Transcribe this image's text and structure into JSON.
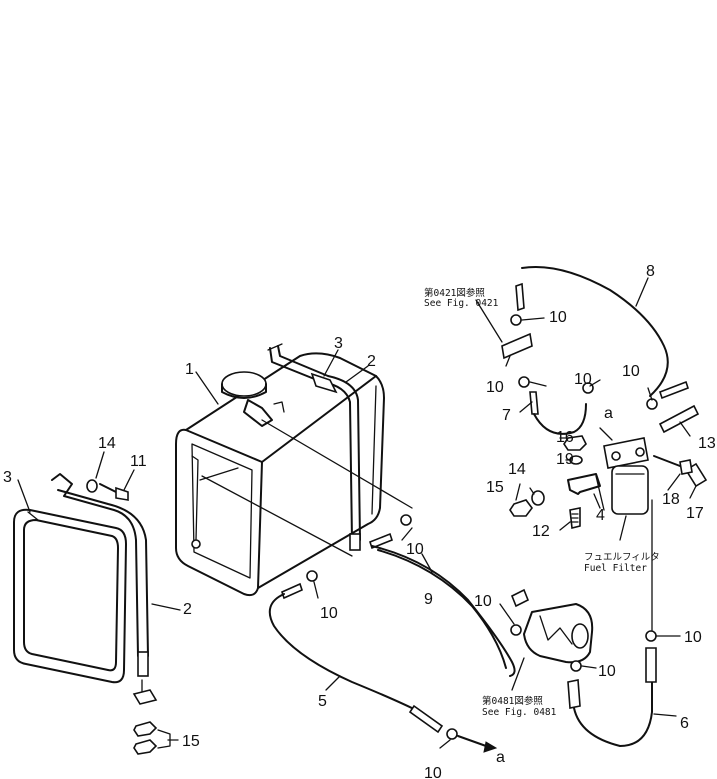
{
  "callouts": {
    "c1": "1",
    "c2a": "2",
    "c2b": "2",
    "c3a": "3",
    "c3b": "3",
    "c4": "4",
    "c5": "5",
    "c6": "6",
    "c7": "7",
    "c8": "8",
    "c9": "9",
    "c10a": "10",
    "c10b": "10",
    "c10c": "10",
    "c10d": "10",
    "c10e": "10",
    "c10f": "10",
    "c10g": "10",
    "c10h": "10",
    "c10i": "10",
    "c10j": "10",
    "c11": "11",
    "c12": "12",
    "c13": "13",
    "c14a": "14",
    "c14b": "14",
    "c15a": "15",
    "c15b": "15",
    "c16": "16",
    "c17": "17",
    "c18": "18",
    "c19": "19",
    "ref_a_top": "a",
    "ref_a_bottom": "a"
  },
  "notes": {
    "ref_0421_jp": "第0421図参照",
    "ref_0421_en": "See Fig. 0421",
    "ref_0481_jp": "第0481図参照",
    "ref_0481_en": "See Fig. 0481",
    "filter_jp": "フュエルフィルタ",
    "filter_en": "Fuel Filter"
  }
}
